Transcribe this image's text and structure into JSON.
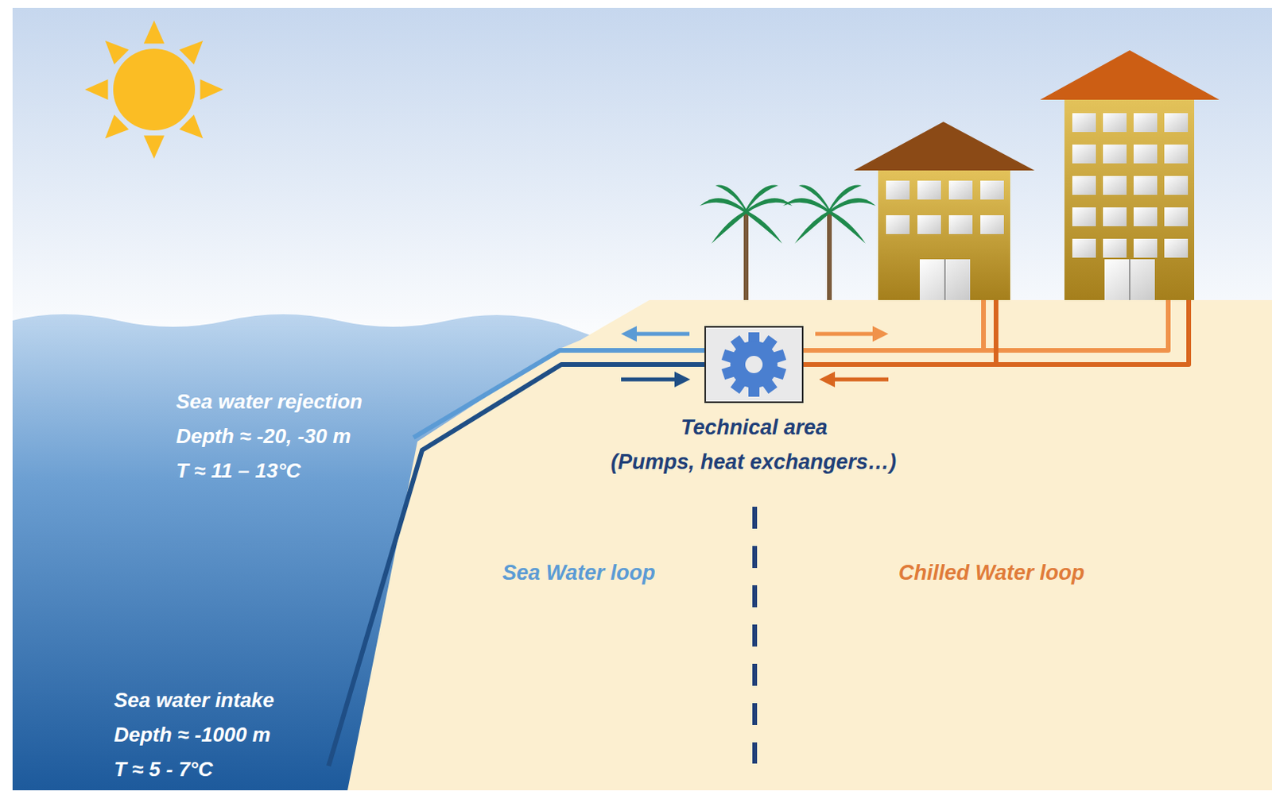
{
  "diagram": {
    "nodes": [
      {
        "text": [
          "Technical area",
          "(Pumps, heat exchangers…)"
        ]
      }
    ],
    "labels": [
      "Sea water rejection",
      "Depth ≈ -20, -30 m",
      "T ≈ 11 – 13°C",
      "Sea water intake",
      "Depth ≈ -1000 m",
      "T ≈ 5 - 7°C",
      "Sea Water loop",
      "Chilled Water loop"
    ]
  }
}
